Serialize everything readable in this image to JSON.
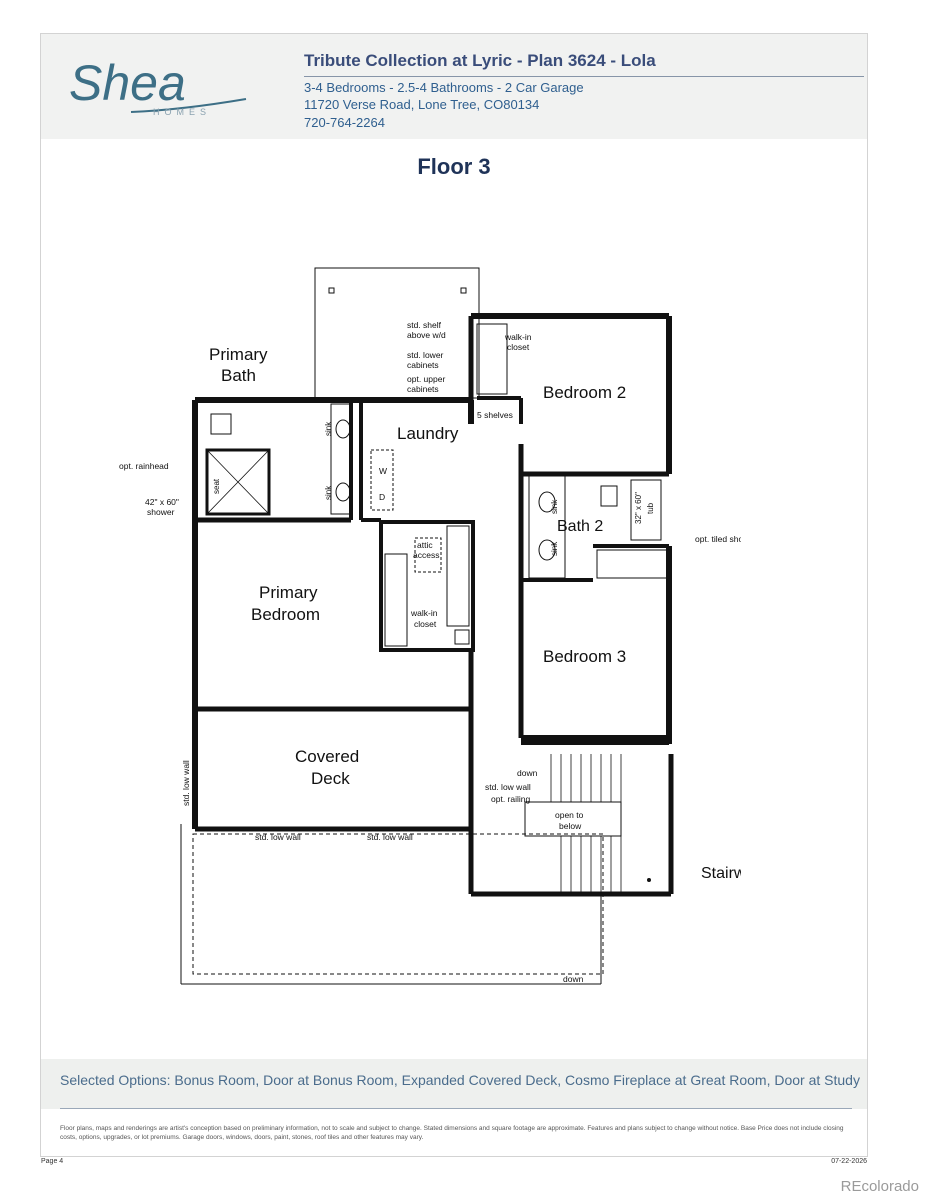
{
  "header": {
    "logo_text": "Shea",
    "logo_subtext": "HOMES",
    "title": "Tribute Collection at Lyric - Plan 3624 - Lola",
    "specs": "3-4 Bedrooms - 2.5-4 Bathrooms - 2 Car Garage",
    "address": "11720 Verse Road, Lone Tree, CO80134",
    "phone": "720-764-2264"
  },
  "floor_title": "Floor 3",
  "plan_labels": {
    "primary_bath": [
      "Primary",
      "Bath"
    ],
    "primary_bedroom": [
      "Primary",
      "Bedroom"
    ],
    "covered_deck": [
      "Covered",
      "Deck"
    ],
    "laundry": "Laundry",
    "bedroom2": "Bedroom 2",
    "bedroom3": "Bedroom 3",
    "bath2": "Bath 2",
    "stairwell": "Stairwell",
    "std_shelf": [
      "std. shelf",
      "above w/d"
    ],
    "std_lower": [
      "std. lower",
      "cabinets"
    ],
    "opt_upper": [
      "opt. upper",
      "cabinets"
    ],
    "walkin_closet_top": [
      "walk-in",
      "closet"
    ],
    "walkin_closet_mid": [
      "walk-in",
      "closet"
    ],
    "five_shelves": "5 shelves",
    "opt_rainhead": "opt. rainhead",
    "shower_size": [
      "42\" x 60\"",
      "shower"
    ],
    "seat": "seat",
    "sink": "sink",
    "w": "W",
    "d": "D",
    "attic_access": [
      "attic",
      "access"
    ],
    "tub": [
      "32\" x 60\"",
      "tub"
    ],
    "opt_tiled_shower_pan": "opt. tiled shower pan",
    "std_low_wall": "std. low wall",
    "opt_railing": "opt. railing",
    "down": "down",
    "open_to_below": [
      "open to",
      "below"
    ]
  },
  "selected_options": "Selected Options: Bonus Room, Door at Bonus Room, Expanded Covered Deck, Cosmo Fireplace at Great Room, Door at Study",
  "disclaimer": "Floor plans, maps and renderings are artist's conception based on preliminary information, not to scale and subject to change. Stated dimensions and square footage are approximate. Features and plans subject to change without notice. Base Price does not include closing costs, options, upgrades, or lot premiums. Garage doors, windows, doors, paint, stones, roof tiles and other features may vary.",
  "page_num": "Page 4",
  "page_date": "07-22-2026",
  "watermark": "REcolorado"
}
